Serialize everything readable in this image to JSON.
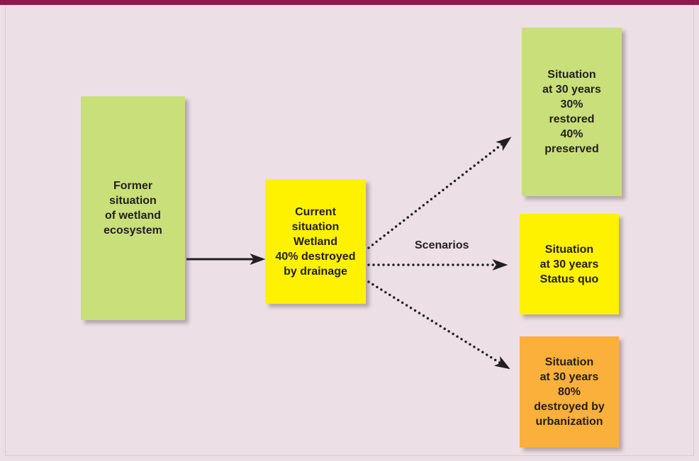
{
  "diagram": {
    "boxes": {
      "former": "Former\nsituation\nof wetland\necosystem",
      "current": "Current\nsituation\nWetland\n40% destroyed\nby drainage",
      "restored": "Situation\nat 30 years\n30%\nrestored\n40%\npreserved",
      "status_quo": "Situation\nat 30 years\nStatus quo",
      "urbanization": "Situation\nat 30 years\n80%\ndestroyed by\nurbanization"
    },
    "scenarios_label": "Scenarios"
  },
  "colors": {
    "accent_bar": "#8c1a4e",
    "background": "#ece0e6",
    "green_box": "#c9df7a",
    "yellow_box": "#fff200",
    "orange_box": "#fbb03b",
    "arrow": "#231f20"
  }
}
